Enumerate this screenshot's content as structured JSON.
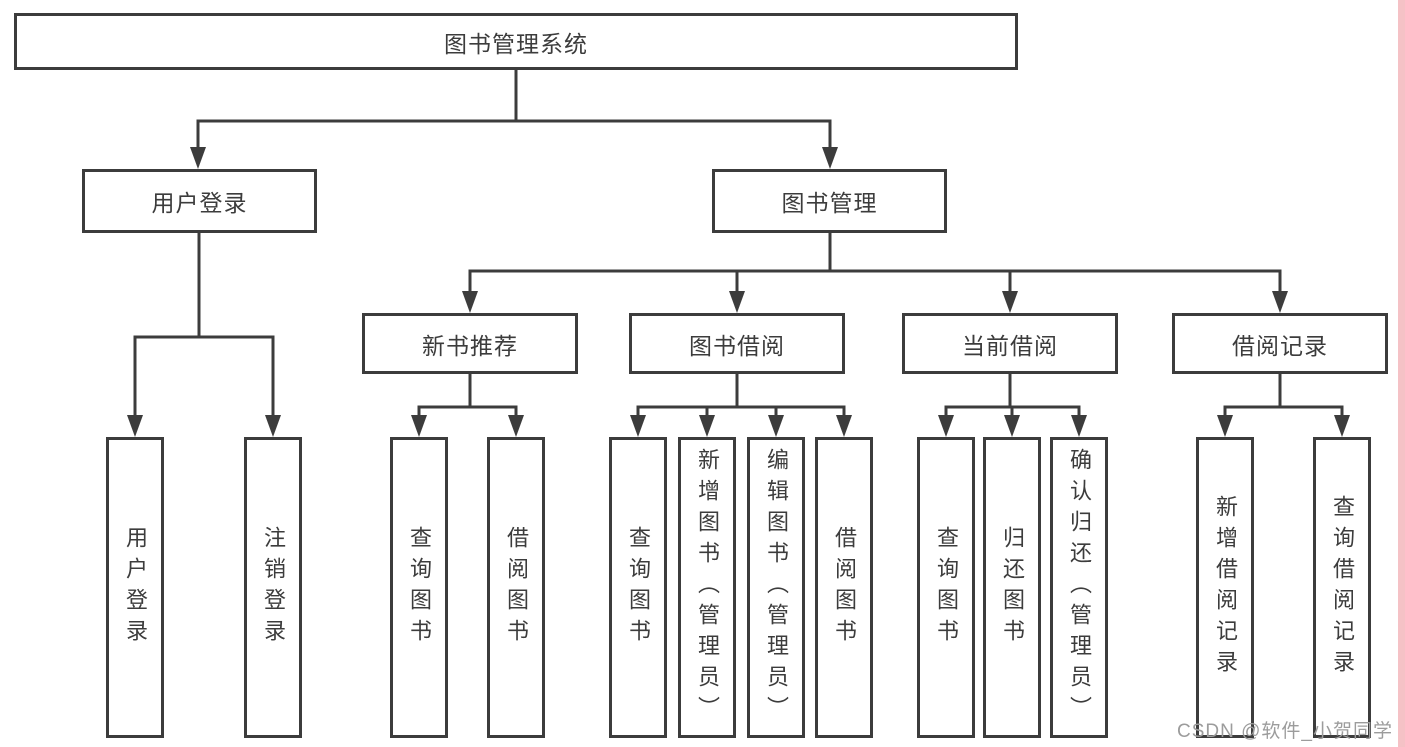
{
  "tree": {
    "root": {
      "label": "图书管理系统"
    },
    "level2": [
      {
        "label": "用户登录",
        "leaves": [
          "用户登录",
          "注销登录"
        ]
      },
      {
        "label": "图书管理"
      }
    ],
    "level3": [
      {
        "label": "新书推荐",
        "leaves": [
          "查询图书",
          "借阅图书"
        ]
      },
      {
        "label": "图书借阅",
        "leaves": [
          "查询图书",
          "新增图书（管理员）",
          "编辑图书（管理员）",
          "借阅图书"
        ]
      },
      {
        "label": "当前借阅",
        "leaves": [
          "查询图书",
          "归还图书",
          "确认归还（管理员）"
        ]
      },
      {
        "label": "借阅记录",
        "leaves": [
          "新增借阅记录",
          "查询借阅记录"
        ]
      }
    ]
  },
  "watermark": "CSDN @软件_小贺同学",
  "colors": {
    "line": "#3c3c3c",
    "text": "#3c3c3c",
    "box_background": "#ffffff",
    "watermark": "#9c9c9c",
    "right_edge_strip": "#f5c2c6",
    "background": "#ffffff"
  }
}
